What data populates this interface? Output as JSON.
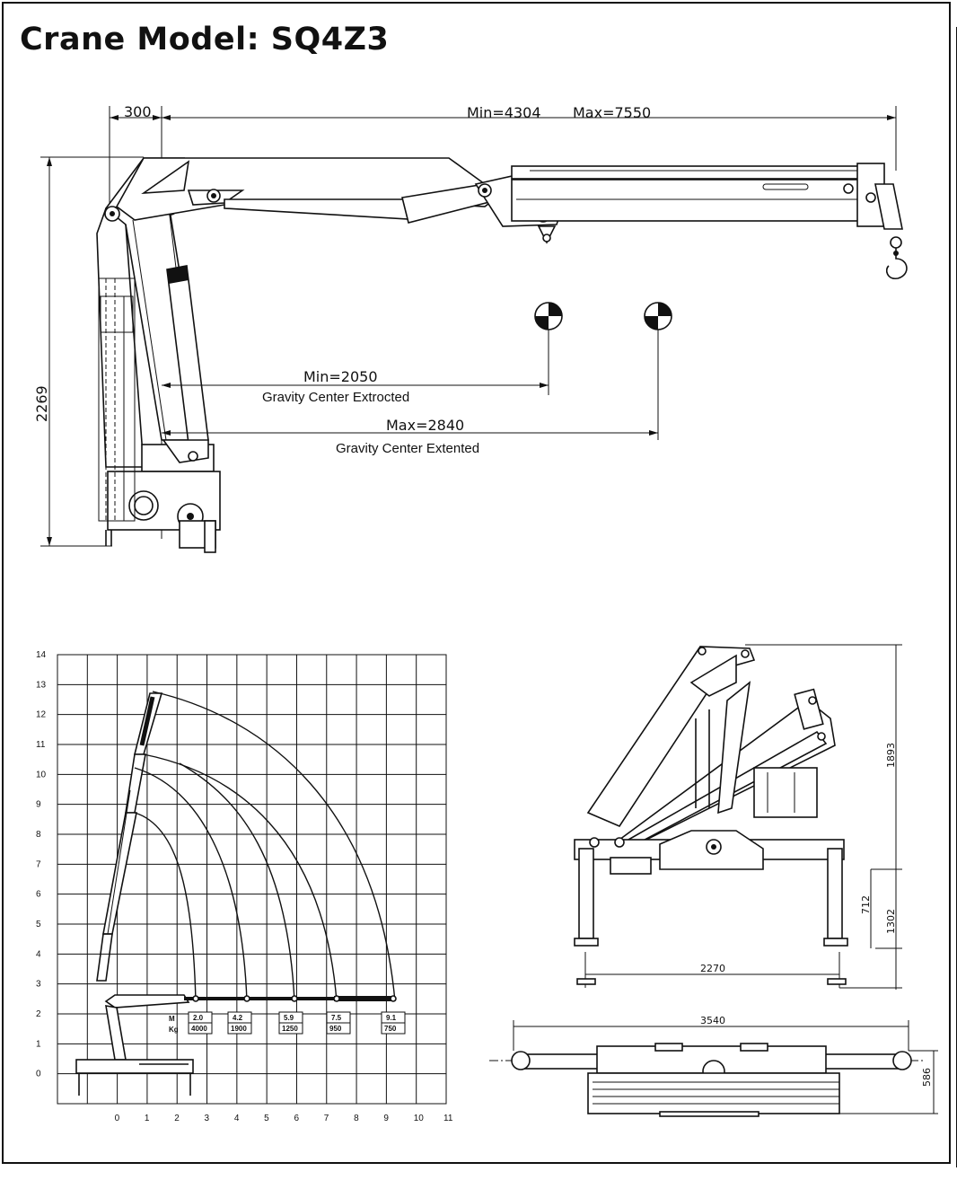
{
  "title": "Crane Model: SQ4Z3",
  "side_view": {
    "dim_offset": "300",
    "dim_reach_min": "Min=4304",
    "dim_reach_max": "Max=7550",
    "dim_height": "2269",
    "gravity_min": "Min=2050",
    "gravity_min_caption": "Gravity Center Extrocted",
    "gravity_max": "Max=2840",
    "gravity_max_caption": "Gravity Center Extented"
  },
  "load_chart": {
    "y_ticks": [
      "0",
      "1",
      "2",
      "3",
      "4",
      "5",
      "6",
      "7",
      "8",
      "9",
      "10",
      "11",
      "12",
      "13",
      "14"
    ],
    "x_ticks": [
      "0",
      "1",
      "2",
      "3",
      "4",
      "5",
      "6",
      "7",
      "8",
      "9",
      "10",
      "11"
    ],
    "row_m": "M",
    "row_kg": "Kg",
    "loads": [
      {
        "m": "2.0",
        "kg": "4000"
      },
      {
        "m": "4.2",
        "kg": "1900"
      },
      {
        "m": "5.9",
        "kg": "1250"
      },
      {
        "m": "7.5",
        "kg": "950"
      },
      {
        "m": "9.1",
        "kg": "750"
      }
    ]
  },
  "iso_view": {
    "dim_total_height": "1893",
    "dim_712": "712",
    "dim_1302": "1302",
    "dim_width": "2270"
  },
  "top_view": {
    "dim_length": "3540",
    "dim_depth": "586"
  }
}
